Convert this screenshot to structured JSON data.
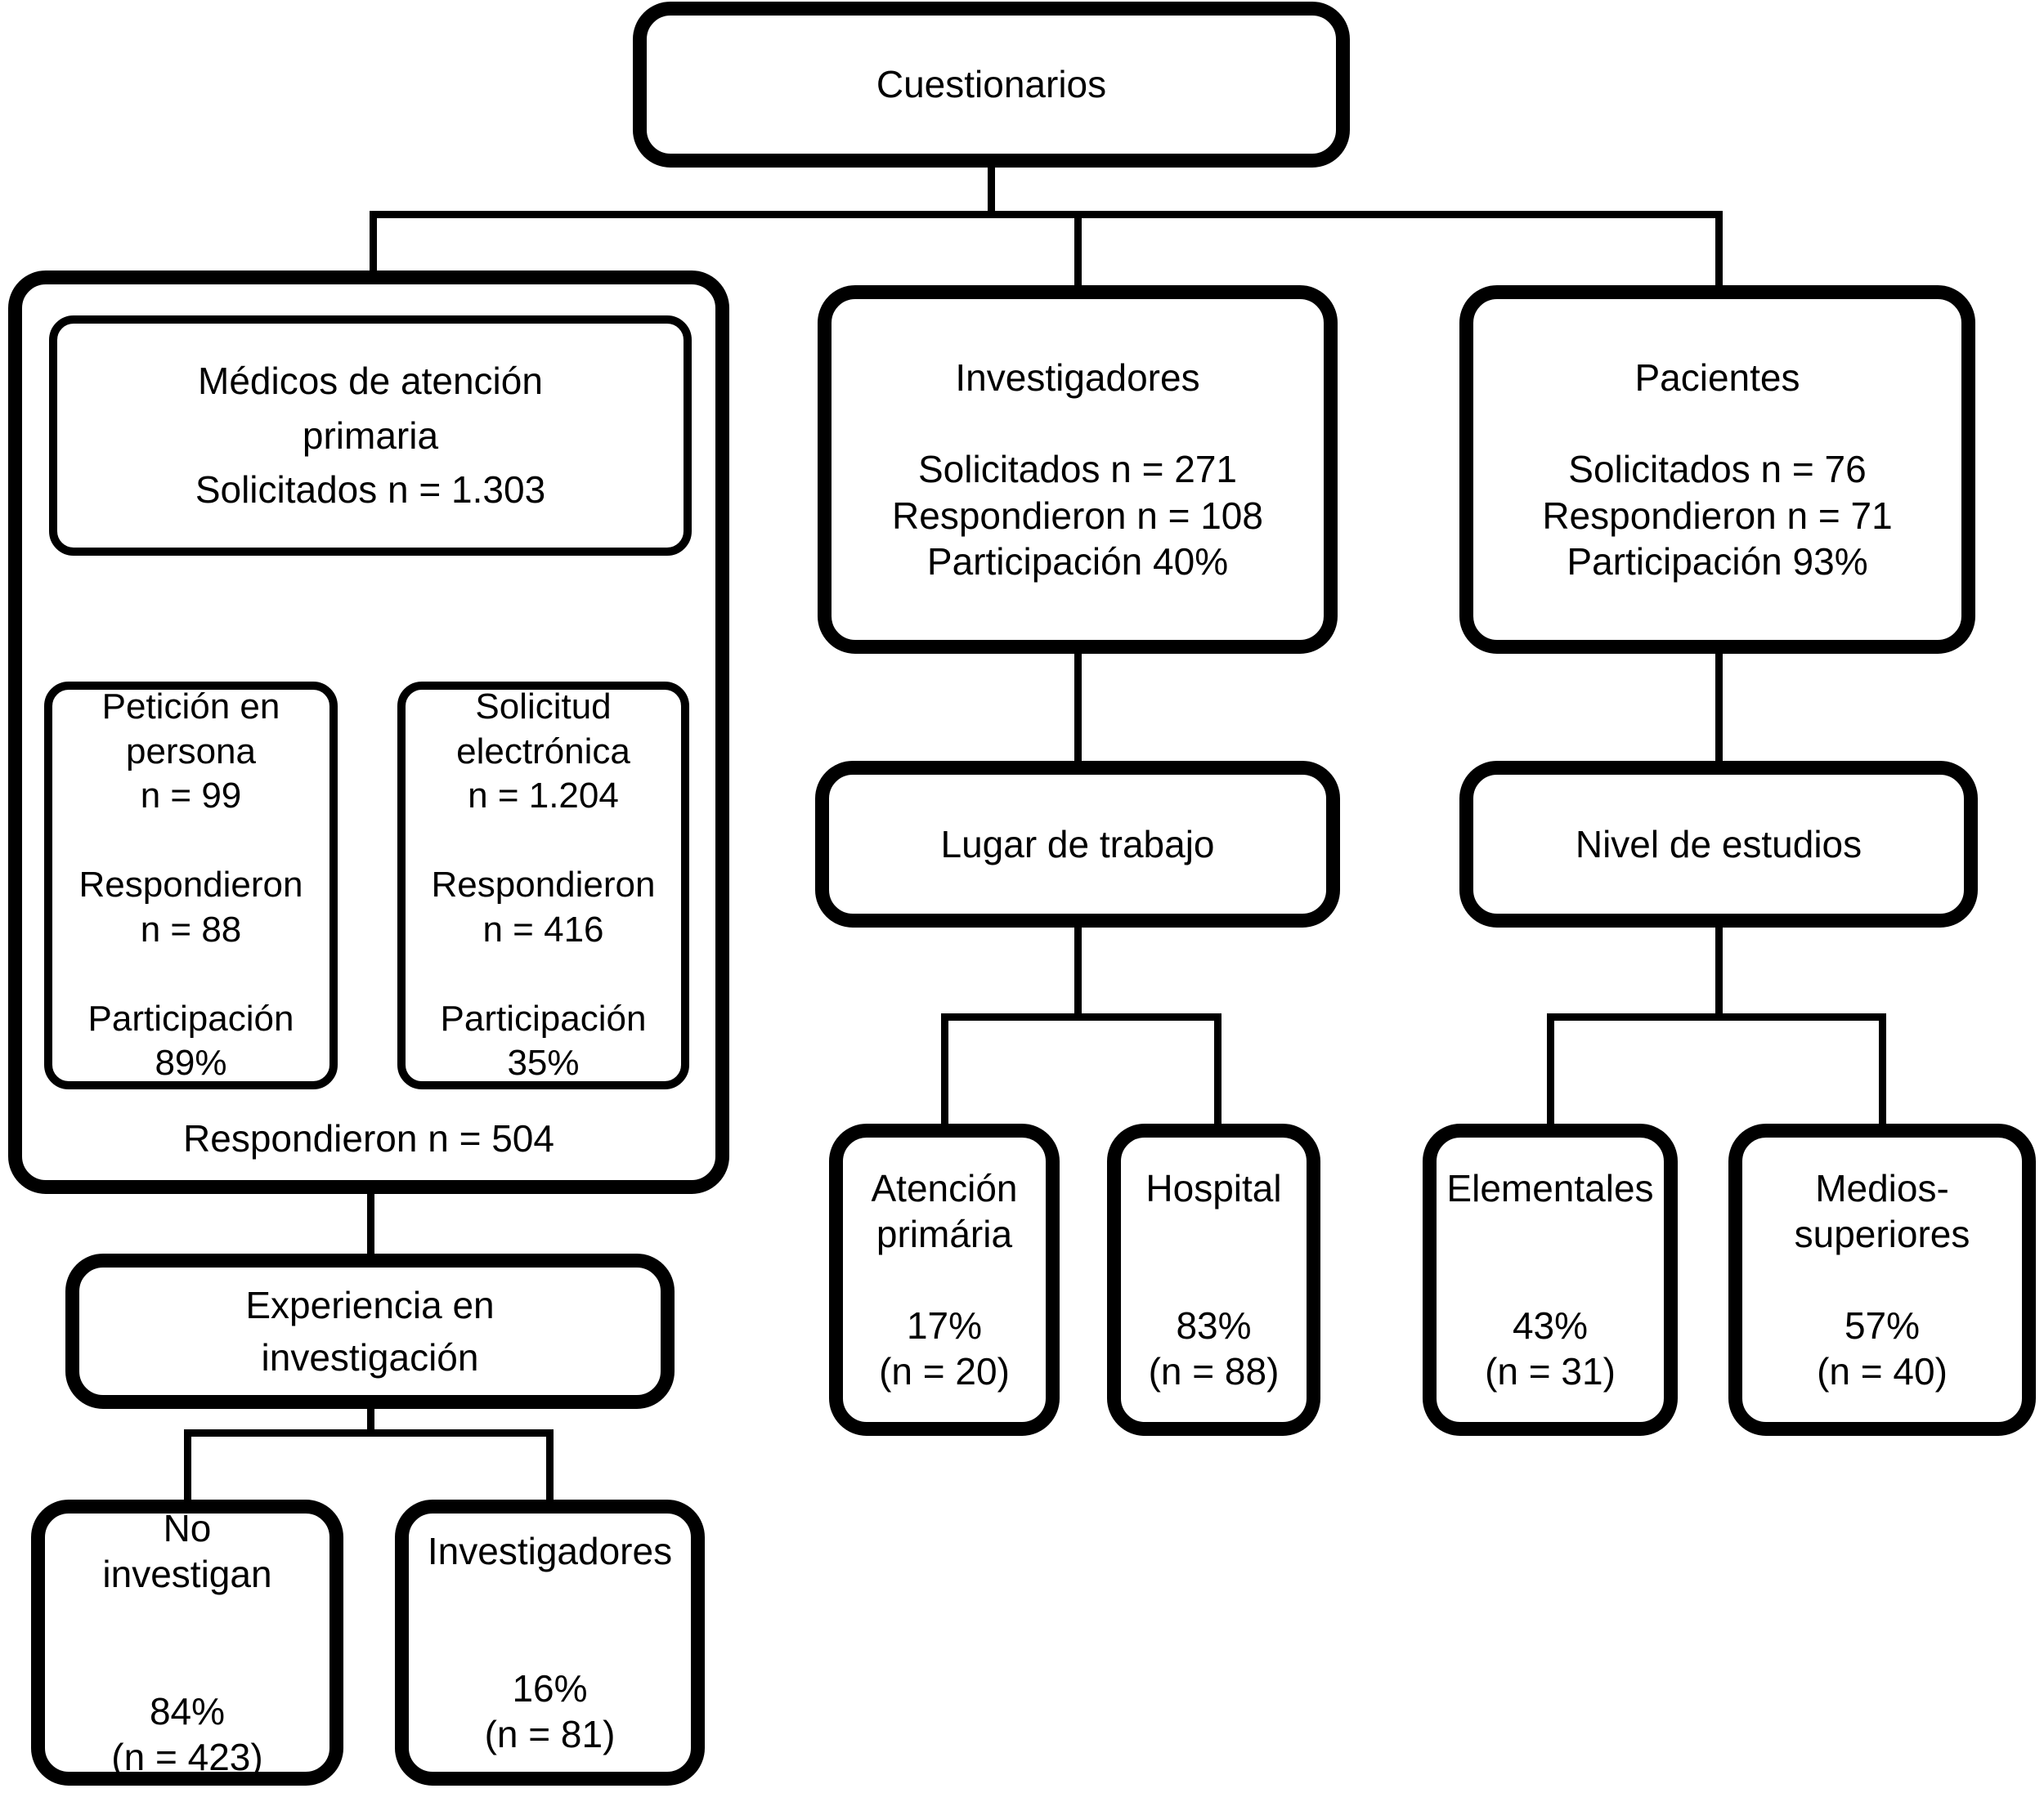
{
  "title": "Cuestionarios",
  "left": {
    "header": "Médicos de atención\nprimaria\nSolicitados n = 1.303",
    "in_person": "Petición en\npersona\nn = 99\n\nRespondieron\nn = 88\n\nParticipación\n89%",
    "electronic": "Solicitud\nelectrónica\nn = 1.204\n\nRespondieron\nn = 416\n\nParticipación\n35%",
    "responded_total": "Respondieron n = 504",
    "experience": "Experiencia en\ninvestigación",
    "no_research": "No\ninvestigan\n\n\n84%\n(n = 423)",
    "researchers": "Investigadores\n\n\n16%\n(n = 81)"
  },
  "middle": {
    "header": "Investigadores\n\nSolicitados n = 271\nRespondieron n = 108\nParticipación 40%",
    "workplace": "Lugar de trabajo",
    "primary_care": "Atención\nprimária\n\n17%\n(n = 20)",
    "hospital": "Hospital\n\n\n83%\n(n = 88)"
  },
  "right": {
    "header": "Pacientes\n\nSolicitados n = 76\nRespondieron n = 71\nParticipación 93%",
    "education": "Nivel de estudios",
    "elementary": "Elementales\n\n\n43%\n(n = 31)",
    "mid_upper": "Medios-\nsuperiores\n\n57%\n(n = 40)"
  },
  "colors": {
    "stroke": "#000000",
    "fill": "#ffffff",
    "text": "#000000"
  }
}
